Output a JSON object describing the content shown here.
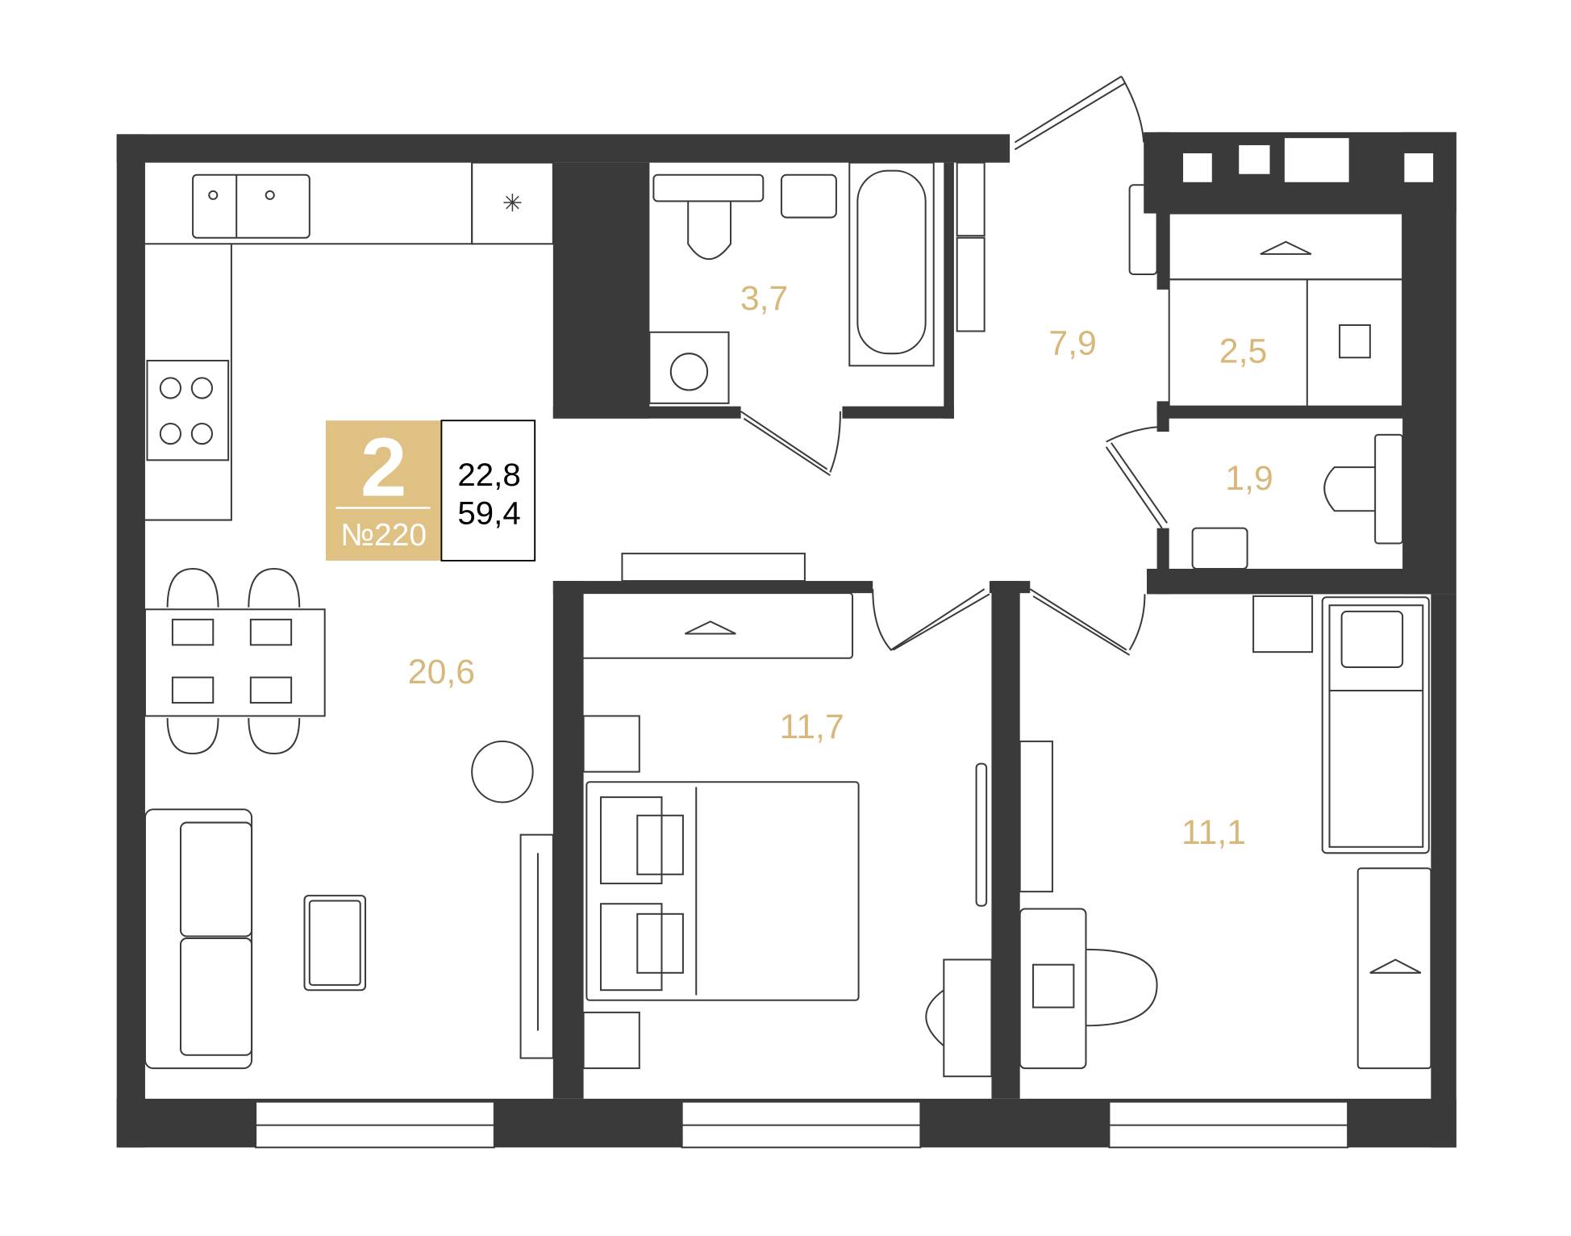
{
  "plan": {
    "rooms_count": "2",
    "apartment_number": "№220",
    "living_area": "22,8",
    "total_area": "59,4",
    "room_areas": {
      "kitchen_living": "20,6",
      "bathroom": "3,7",
      "hallway": "7,9",
      "storage": "2,5",
      "toilet": "1,9",
      "bedroom_1": "11,7",
      "bedroom_2": "11,1"
    }
  },
  "colors": {
    "wall": "#3a3a3a",
    "accent": "#dfc183",
    "label": "#d8b87a"
  }
}
